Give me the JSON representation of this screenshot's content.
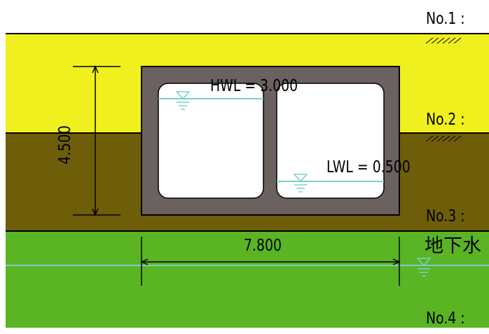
{
  "layers": [
    {
      "label": "No.1 :",
      "color": "#f0f01e"
    },
    {
      "label": "No.2 :",
      "color": "#6e5e0a"
    },
    {
      "label": "No.3 :",
      "color": "#5ab424"
    },
    {
      "label": "No.4 :",
      "color": "#5ab424"
    }
  ],
  "groundwater_label": "地下水",
  "hwl_label": "HWL = 3.000",
  "lwl_label": "LWL = 0.500",
  "dim_height": "4.500",
  "dim_width": "7.800",
  "colors": {
    "culvert_wall": "#6b615f",
    "water_line": "#7ad0cc",
    "soil_1": "#f0f01e",
    "soil_2": "#6e5e0a",
    "soil_3": "#5ab424"
  }
}
